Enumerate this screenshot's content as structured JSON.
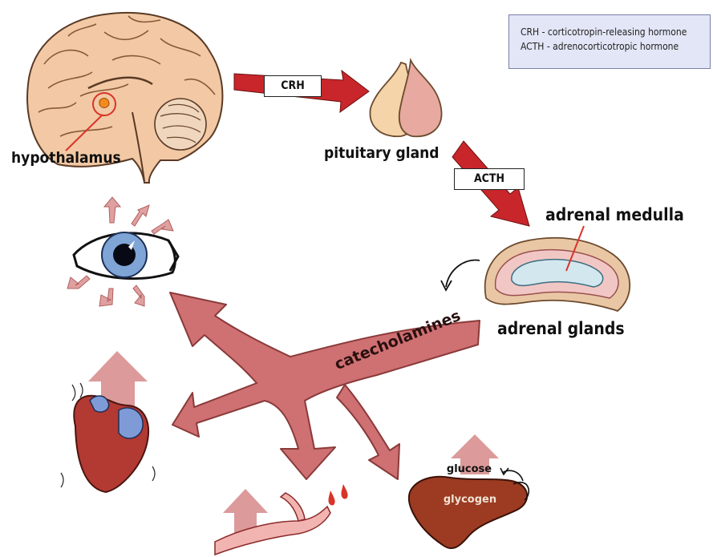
{
  "legend": {
    "line1": "CRH - corticotropin-releasing hormone",
    "line2": "ACTH - adrenocorticotropic hormone"
  },
  "labels": {
    "hypothalamus": "hypothalamus",
    "pituitary": "pituitary gland",
    "crh": "CRH",
    "acth": "ACTH",
    "adrenal_medulla": "adrenal medulla",
    "adrenal_glands": "adrenal glands",
    "catecholamines": "catecholamines",
    "glucose": "glucose",
    "glycogen": "glycogen"
  },
  "colors": {
    "hormone_arrow": "#c8262a",
    "effect_arrow": "#cf7072",
    "increase_arrow": "#dc9a9a",
    "brain": "#f2c9a4",
    "liver": "#9c3b22",
    "heart": "#b23a33",
    "legend_bg": "#e3e6f6"
  }
}
